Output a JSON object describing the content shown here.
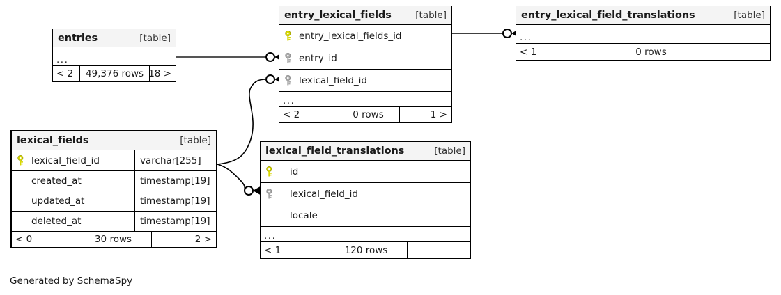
{
  "diagram": {
    "tool": "SchemaSpy",
    "caption": "Generated by SchemaSpy",
    "kind_label": "[table]",
    "ellipsis": "...",
    "colors": {
      "primary_key_icon": "#d8d800",
      "foreign_key_icon": "#a9a9a9",
      "header_background": "#f4f4f4",
      "border": "#000000",
      "edge": "#000000",
      "page_background": "#ffffff"
    }
  },
  "tables": [
    {
      "id": "entries",
      "name": "entries",
      "kind": "[table]",
      "columns": [],
      "has_ellipsis_row": true,
      "footer": {
        "left": "< 2",
        "middle": "49,376 rows",
        "right": "18 >"
      }
    },
    {
      "id": "entry_lexical_fields",
      "name": "entry_lexical_fields",
      "kind": "[table]",
      "columns": [
        {
          "name": "entry_lexical_fields_id",
          "key": "primary",
          "type": ""
        },
        {
          "name": "entry_id",
          "key": "foreign",
          "type": ""
        },
        {
          "name": "lexical_field_id",
          "key": "foreign",
          "type": ""
        }
      ],
      "has_ellipsis_row": true,
      "footer": {
        "left": "< 2",
        "middle": "0 rows",
        "right": "1 >"
      }
    },
    {
      "id": "entry_lexical_field_translations",
      "name": "entry_lexical_field_translations",
      "kind": "[table]",
      "columns": [],
      "has_ellipsis_row": true,
      "footer": {
        "left": "< 1",
        "middle": "0 rows",
        "right": ""
      }
    },
    {
      "id": "lexical_fields",
      "name": "lexical_fields",
      "kind": "[table]",
      "columns": [
        {
          "name": "lexical_field_id",
          "key": "primary",
          "type": "varchar[255]"
        },
        {
          "name": "created_at",
          "key": "none",
          "type": "timestamp[19]"
        },
        {
          "name": "updated_at",
          "key": "none",
          "type": "timestamp[19]"
        },
        {
          "name": "deleted_at",
          "key": "none",
          "type": "timestamp[19]"
        }
      ],
      "has_ellipsis_row": false,
      "footer": {
        "left": "< 0",
        "middle": "30 rows",
        "right": "2 >"
      }
    },
    {
      "id": "lexical_field_translations",
      "name": "lexical_field_translations",
      "kind": "[table]",
      "columns": [
        {
          "name": "id",
          "key": "primary",
          "type": ""
        },
        {
          "name": "lexical_field_id",
          "key": "foreign",
          "type": ""
        },
        {
          "name": "locale",
          "key": "none",
          "type": ""
        }
      ],
      "has_ellipsis_row": true,
      "footer": {
        "left": "< 1",
        "middle": "120 rows",
        "right": ""
      }
    }
  ],
  "relationships": [
    {
      "from": "entries",
      "to": "entry_lexical_fields",
      "to_column": "entry_id",
      "notation": "zero-or-many"
    },
    {
      "from": "lexical_fields",
      "to": "entry_lexical_fields",
      "to_column": "lexical_field_id",
      "notation": "zero-or-many"
    },
    {
      "from": "entry_lexical_fields",
      "to": "entry_lexical_field_translations",
      "to_column": "...",
      "notation": "zero-or-many"
    },
    {
      "from": "lexical_fields",
      "to": "lexical_field_translations",
      "to_column": "lexical_field_id",
      "notation": "zero-or-many"
    }
  ]
}
